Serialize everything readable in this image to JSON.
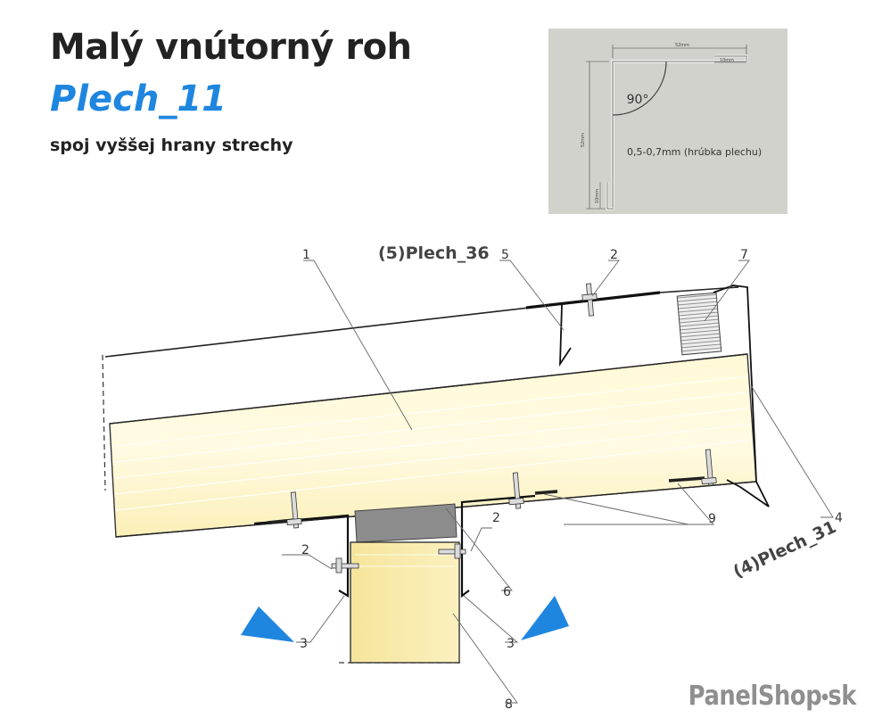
{
  "header": {
    "title": "Malý vnútorný roh",
    "subtitle": "Plech_11",
    "caption": "spoj vyššej hrany strechy"
  },
  "inset": {
    "angle_label": "90°",
    "top_dimension": "52mm",
    "top_flange": "10mm",
    "side_dimension": "52mm",
    "side_flange": "10mm",
    "thickness_note": "0,5-0,7mm (hrúbka plechu)"
  },
  "drawing": {
    "callouts": {
      "n1": "1",
      "n2a": "2",
      "n2b": "2",
      "n2c": "2",
      "n3a": "3",
      "n3b": "3",
      "n4": "4",
      "n5": "5",
      "n6": "6",
      "n7": "7",
      "n8": "8",
      "n9": "9"
    },
    "product_labels": {
      "top": "(5)Plech_36",
      "right": "(4)Plech_31"
    }
  },
  "logo": {
    "main": "PanelShop",
    "suffix": "sk"
  },
  "colors": {
    "accent": "#1f86e0",
    "panel_fill": "#fff7cc",
    "post_fill": "#f8e9a0",
    "inset_bg": "#d2d2cc"
  }
}
